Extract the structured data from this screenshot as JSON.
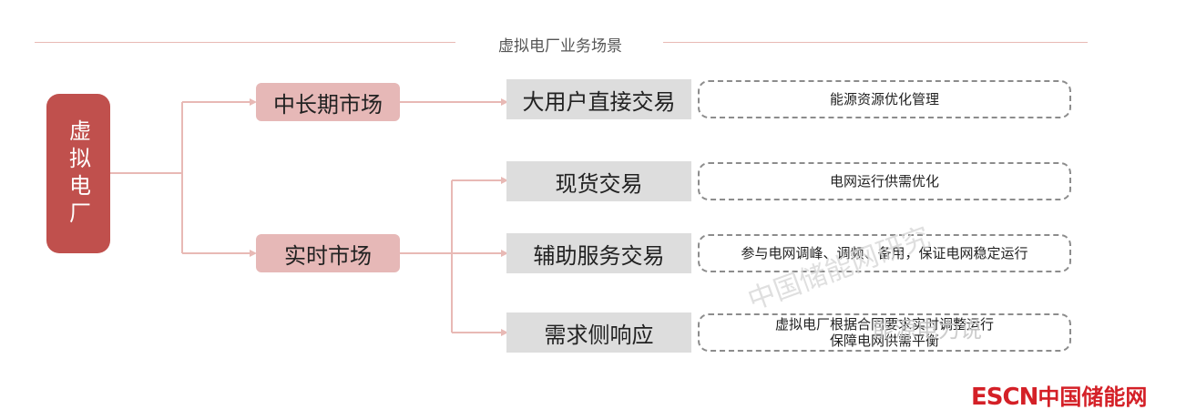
{
  "title": "虚拟电厂业务场景",
  "root_label": "虚拟电厂",
  "markets": [
    {
      "label": "中长期市场"
    },
    {
      "label": "实时市场"
    }
  ],
  "trades": [
    {
      "label": "大用户直接交易",
      "desc": "能源资源优化管理"
    },
    {
      "label": "现货交易",
      "desc": "电网运行供需优化"
    },
    {
      "label": "辅助服务交易",
      "desc": "参与电网调峰、调频、备用，保证电网稳定运行"
    },
    {
      "label": "需求侧响应",
      "desc": "虚拟电厂根据合同要求实时调整运行\n保障电网供需平衡"
    }
  ],
  "watermark": "中国储能网研究",
  "wechat_watermark": "能源电力说",
  "logo": {
    "brand": "ESCN",
    "name": "中国储能网"
  },
  "colors": {
    "root": "#c0504d",
    "market": "#e6b8b7",
    "trade": "#dddddd",
    "connector": "#e8b9b5",
    "logo": "#d42027"
  }
}
